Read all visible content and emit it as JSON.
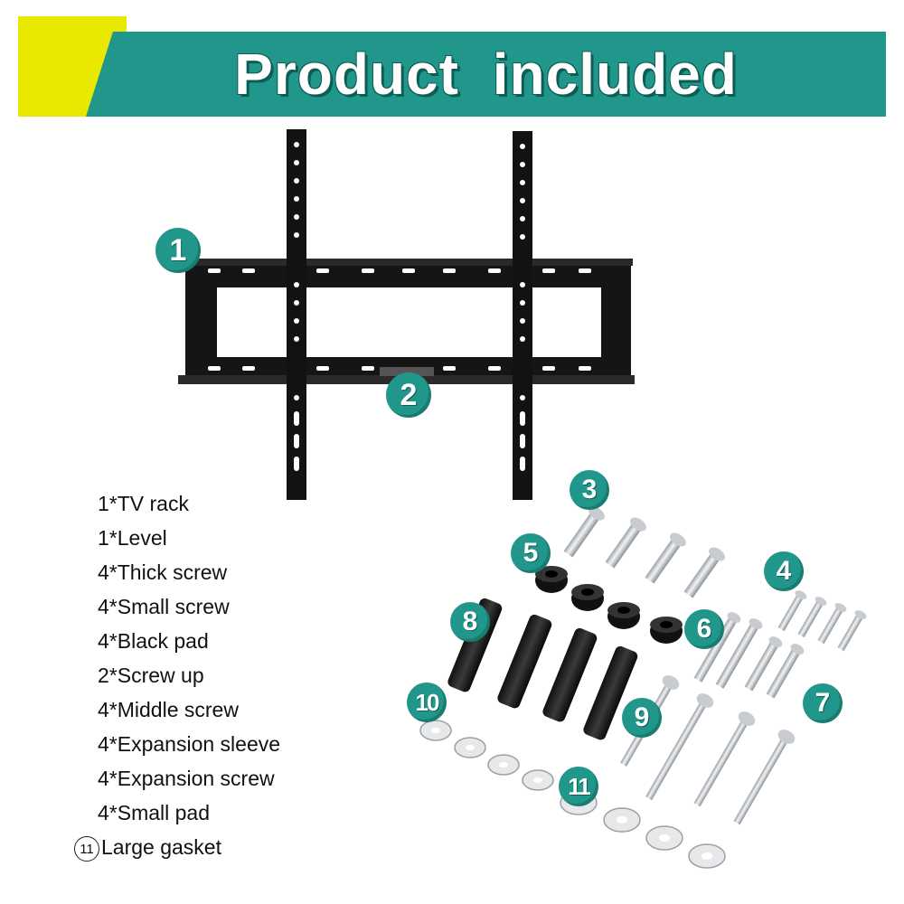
{
  "banner": {
    "title": "Product included",
    "accent_color": "#20978a",
    "corner_color": "#e8e800"
  },
  "badges": [
    "1",
    "2",
    "3",
    "4",
    "5",
    "6",
    "7",
    "8",
    "9",
    "10",
    "11"
  ],
  "items": [
    "1*TV rack",
    "1*Level",
    "4*Thick screw",
    "4*Small screw",
    "4*Black pad",
    "2*Screw up",
    "4*Middle screw",
    "4*Expansion sleeve",
    "4*Expansion screw",
    "4*Small pad"
  ],
  "last_item": {
    "number": "11",
    "label": "Large gasket"
  }
}
